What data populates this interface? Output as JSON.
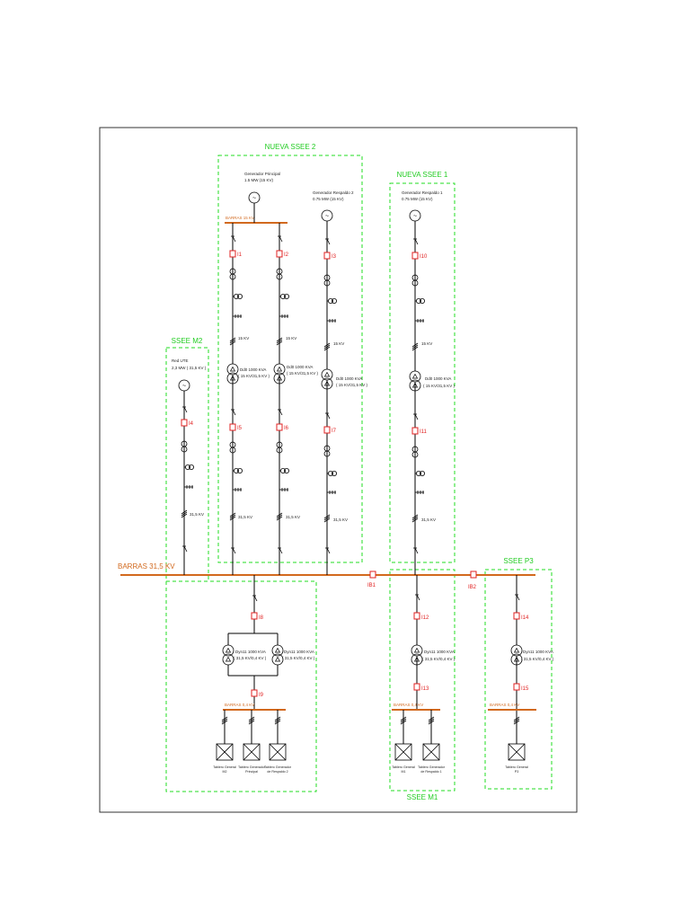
{
  "colors": {
    "zone": "#22dd22",
    "bus": "#d2691e",
    "breaker": "#e02020",
    "line": "#000000"
  },
  "zones": {
    "ssee2": "NUEVA SSEE 2",
    "ssee1": "NUEVA SSEE 1",
    "seem2": "SSEE M2",
    "seem1": "SSEE M1",
    "seep3": "SSEE P3"
  },
  "buses": {
    "main": "BARRAS 31,5 KV",
    "gen15": "BARRAS 15 KV",
    "lv_main": "BARRAS 0,4 KV",
    "lv_m1": "BARRAS 0,4 KV",
    "lv_p3": "BARRAS 0,4 KV"
  },
  "sources": {
    "gen_principal": {
      "line1": "Generador Principal",
      "line2": "1.5 MW (15 KV)"
    },
    "gen_resp2": {
      "line1": "Generador Respaldo 2",
      "line2": "0.75 MW (15 KV)"
    },
    "gen_resp1": {
      "line1": "Generador Respaldo 1",
      "line2": "0.75 MW (15 KV)"
    },
    "red_ute": {
      "line1": "Red UTE",
      "line2": "2,3 MW ( 31,5 KV )"
    }
  },
  "breakers": {
    "i1": "I1",
    "i2": "I2",
    "i3": "I3",
    "i4": "I4",
    "i5": "I5",
    "i6": "I6",
    "i7": "I7",
    "i8": "I8",
    "i9": "I9",
    "i10": "I10",
    "i11": "I11",
    "i12": "I12",
    "i13": "I13",
    "i14": "I14",
    "i15": "I15",
    "ib1": "IB1",
    "ib2": "IB2"
  },
  "transformers": {
    "t1": {
      "line1": "Dd0 1000 KVA",
      "line2": "( 15 KV/31,5 KV )"
    },
    "t2": {
      "line1": "Dd0 1000 KVA",
      "line2": "( 15 KV/31,5 KV )"
    },
    "t3": {
      "line1": "Dd0 1000 KVA",
      "line2": "( 15 KV/31,5 KV )"
    },
    "t4": {
      "line1": "Dd0 1000 KVA",
      "line2": "( 15 KV/31,5 KV )"
    },
    "t5": {
      "line1": "Dyn11 1000 KVA",
      "line2": "( 31,5 KV/0,4 KV )"
    },
    "t6": {
      "line1": "Dyn11 1000 KVA",
      "line2": "( 31,5 KV/0,4 KV )"
    },
    "t7": {
      "line1": "Dyn11 1000 KVA",
      "line2": "( 31,5 KV/0,4 KV )"
    },
    "t8": {
      "line1": "Dyn11 1000 KVA",
      "line2": "( 31,5 KV/0,4 KV )"
    }
  },
  "cable_labels": {
    "kv15": "15 KV",
    "kv315": "31,5 KV"
  },
  "loads": {
    "tg_m2": {
      "line1": "Tablero General",
      "line2": "M2"
    },
    "tgen_principal": {
      "line1": "Tablero Generador",
      "line2": "Principal"
    },
    "tgen_resp2": {
      "line1": "Tablero Generador",
      "line2": "de Respaldo 2"
    },
    "tg_m1": {
      "line1": "Tablero General",
      "line2": "M1"
    },
    "tgen_resp1": {
      "line1": "Tablero Generador",
      "line2": "de Respaldo 1"
    },
    "tg_p3": {
      "line1": "Tablero General",
      "line2": "P3"
    }
  }
}
